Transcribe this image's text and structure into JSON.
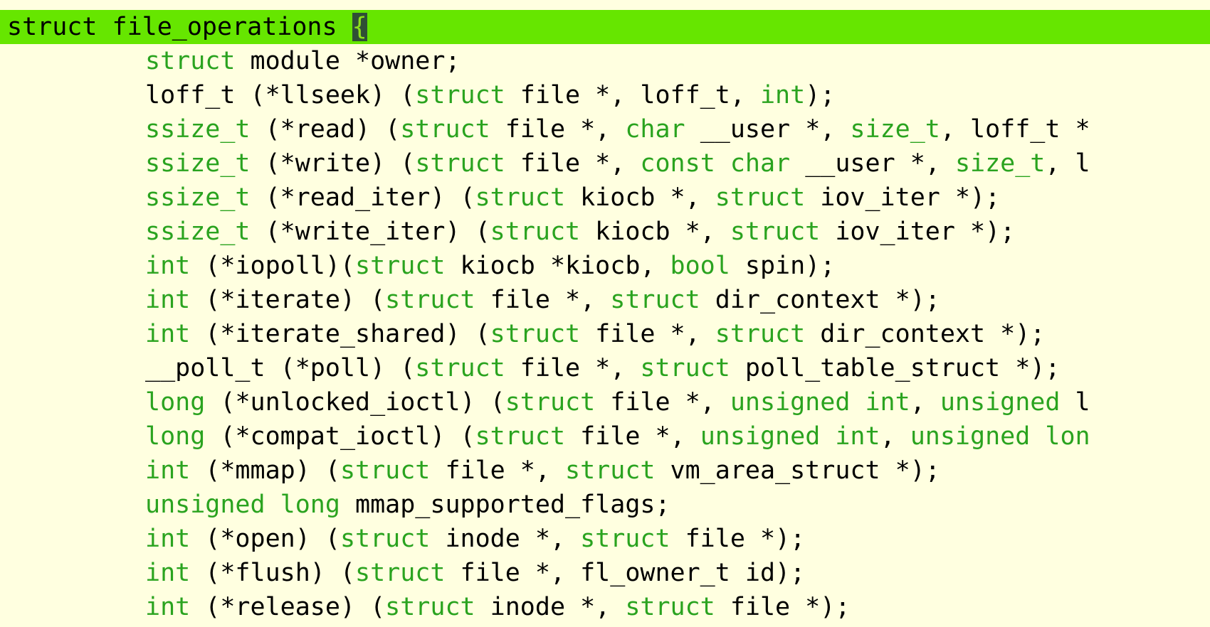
{
  "editor": {
    "colors": {
      "background": "#ffffe0",
      "current_line": "#66e600",
      "keyword": "#2aa31f",
      "identifier": "#000000",
      "cursor_bg": "#2f4f35",
      "cursor_fg": "#8ee01c"
    },
    "lines": [
      {
        "current": true,
        "indent": false,
        "tokens": [
          {
            "t": "struct file_operations ",
            "k": "id"
          },
          {
            "t": "{",
            "k": "cursor"
          }
        ]
      },
      {
        "indent": true,
        "tokens": [
          {
            "t": "struct",
            "k": "kw"
          },
          {
            "t": " module *owner;",
            "k": "id"
          }
        ]
      },
      {
        "indent": true,
        "tokens": [
          {
            "t": "loff_t (*llseek) (",
            "k": "id"
          },
          {
            "t": "struct",
            "k": "kw"
          },
          {
            "t": " file *, loff_t, ",
            "k": "id"
          },
          {
            "t": "int",
            "k": "kw"
          },
          {
            "t": ");",
            "k": "id"
          }
        ]
      },
      {
        "indent": true,
        "tokens": [
          {
            "t": "ssize_t",
            "k": "kw"
          },
          {
            "t": " (*read) (",
            "k": "id"
          },
          {
            "t": "struct",
            "k": "kw"
          },
          {
            "t": " file *, ",
            "k": "id"
          },
          {
            "t": "char",
            "k": "kw"
          },
          {
            "t": " __user *, ",
            "k": "id"
          },
          {
            "t": "size_t",
            "k": "kw"
          },
          {
            "t": ", loff_t *",
            "k": "id"
          }
        ]
      },
      {
        "indent": true,
        "tokens": [
          {
            "t": "ssize_t",
            "k": "kw"
          },
          {
            "t": " (*write) (",
            "k": "id"
          },
          {
            "t": "struct",
            "k": "kw"
          },
          {
            "t": " file *, ",
            "k": "id"
          },
          {
            "t": "const",
            "k": "kw"
          },
          {
            "t": " ",
            "k": "id"
          },
          {
            "t": "char",
            "k": "kw"
          },
          {
            "t": " __user *, ",
            "k": "id"
          },
          {
            "t": "size_t",
            "k": "kw"
          },
          {
            "t": ", l",
            "k": "id"
          }
        ]
      },
      {
        "indent": true,
        "tokens": [
          {
            "t": "ssize_t",
            "k": "kw"
          },
          {
            "t": " (*read_iter) (",
            "k": "id"
          },
          {
            "t": "struct",
            "k": "kw"
          },
          {
            "t": " kiocb *, ",
            "k": "id"
          },
          {
            "t": "struct",
            "k": "kw"
          },
          {
            "t": " iov_iter *);",
            "k": "id"
          }
        ]
      },
      {
        "indent": true,
        "tokens": [
          {
            "t": "ssize_t",
            "k": "kw"
          },
          {
            "t": " (*write_iter) (",
            "k": "id"
          },
          {
            "t": "struct",
            "k": "kw"
          },
          {
            "t": " kiocb *, ",
            "k": "id"
          },
          {
            "t": "struct",
            "k": "kw"
          },
          {
            "t": " iov_iter *);",
            "k": "id"
          }
        ]
      },
      {
        "indent": true,
        "tokens": [
          {
            "t": "int",
            "k": "kw"
          },
          {
            "t": " (*iopoll)(",
            "k": "id"
          },
          {
            "t": "struct",
            "k": "kw"
          },
          {
            "t": " kiocb *kiocb, ",
            "k": "id"
          },
          {
            "t": "bool",
            "k": "kw"
          },
          {
            "t": " spin);",
            "k": "id"
          }
        ]
      },
      {
        "indent": true,
        "tokens": [
          {
            "t": "int",
            "k": "kw"
          },
          {
            "t": " (*iterate) (",
            "k": "id"
          },
          {
            "t": "struct",
            "k": "kw"
          },
          {
            "t": " file *, ",
            "k": "id"
          },
          {
            "t": "struct",
            "k": "kw"
          },
          {
            "t": " dir_context *);",
            "k": "id"
          }
        ]
      },
      {
        "indent": true,
        "tokens": [
          {
            "t": "int",
            "k": "kw"
          },
          {
            "t": " (*iterate_shared) (",
            "k": "id"
          },
          {
            "t": "struct",
            "k": "kw"
          },
          {
            "t": " file *, ",
            "k": "id"
          },
          {
            "t": "struct",
            "k": "kw"
          },
          {
            "t": " dir_context *);",
            "k": "id"
          }
        ]
      },
      {
        "indent": true,
        "tokens": [
          {
            "t": "__poll_t (*poll) (",
            "k": "id"
          },
          {
            "t": "struct",
            "k": "kw"
          },
          {
            "t": " file *, ",
            "k": "id"
          },
          {
            "t": "struct",
            "k": "kw"
          },
          {
            "t": " poll_table_struct *);",
            "k": "id"
          }
        ]
      },
      {
        "indent": true,
        "tokens": [
          {
            "t": "long",
            "k": "kw"
          },
          {
            "t": " (*unlocked_ioctl) (",
            "k": "id"
          },
          {
            "t": "struct",
            "k": "kw"
          },
          {
            "t": " file *, ",
            "k": "id"
          },
          {
            "t": "unsigned",
            "k": "kw"
          },
          {
            "t": " ",
            "k": "id"
          },
          {
            "t": "int",
            "k": "kw"
          },
          {
            "t": ", ",
            "k": "id"
          },
          {
            "t": "unsigned",
            "k": "kw"
          },
          {
            "t": " l",
            "k": "id"
          }
        ]
      },
      {
        "indent": true,
        "tokens": [
          {
            "t": "long",
            "k": "kw"
          },
          {
            "t": " (*compat_ioctl) (",
            "k": "id"
          },
          {
            "t": "struct",
            "k": "kw"
          },
          {
            "t": " file *, ",
            "k": "id"
          },
          {
            "t": "unsigned",
            "k": "kw"
          },
          {
            "t": " ",
            "k": "id"
          },
          {
            "t": "int",
            "k": "kw"
          },
          {
            "t": ", ",
            "k": "id"
          },
          {
            "t": "unsigned",
            "k": "kw"
          },
          {
            "t": " ",
            "k": "id"
          },
          {
            "t": "lon",
            "k": "kw"
          }
        ]
      },
      {
        "indent": true,
        "tokens": [
          {
            "t": "int",
            "k": "kw"
          },
          {
            "t": " (*mmap) (",
            "k": "id"
          },
          {
            "t": "struct",
            "k": "kw"
          },
          {
            "t": " file *, ",
            "k": "id"
          },
          {
            "t": "struct",
            "k": "kw"
          },
          {
            "t": " vm_area_struct *);",
            "k": "id"
          }
        ]
      },
      {
        "indent": true,
        "tokens": [
          {
            "t": "unsigned",
            "k": "kw"
          },
          {
            "t": " ",
            "k": "id"
          },
          {
            "t": "long",
            "k": "kw"
          },
          {
            "t": " mmap_supported_flags;",
            "k": "id"
          }
        ]
      },
      {
        "indent": true,
        "tokens": [
          {
            "t": "int",
            "k": "kw"
          },
          {
            "t": " (*open) (",
            "k": "id"
          },
          {
            "t": "struct",
            "k": "kw"
          },
          {
            "t": " inode *, ",
            "k": "id"
          },
          {
            "t": "struct",
            "k": "kw"
          },
          {
            "t": " file *);",
            "k": "id"
          }
        ]
      },
      {
        "indent": true,
        "tokens": [
          {
            "t": "int",
            "k": "kw"
          },
          {
            "t": " (*flush) (",
            "k": "id"
          },
          {
            "t": "struct",
            "k": "kw"
          },
          {
            "t": " file *, fl_owner_t id);",
            "k": "id"
          }
        ]
      },
      {
        "indent": true,
        "tokens": [
          {
            "t": "int",
            "k": "kw"
          },
          {
            "t": " (*release) (",
            "k": "id"
          },
          {
            "t": "struct",
            "k": "kw"
          },
          {
            "t": " inode *, ",
            "k": "id"
          },
          {
            "t": "struct",
            "k": "kw"
          },
          {
            "t": " file *);",
            "k": "id"
          }
        ]
      }
    ]
  }
}
